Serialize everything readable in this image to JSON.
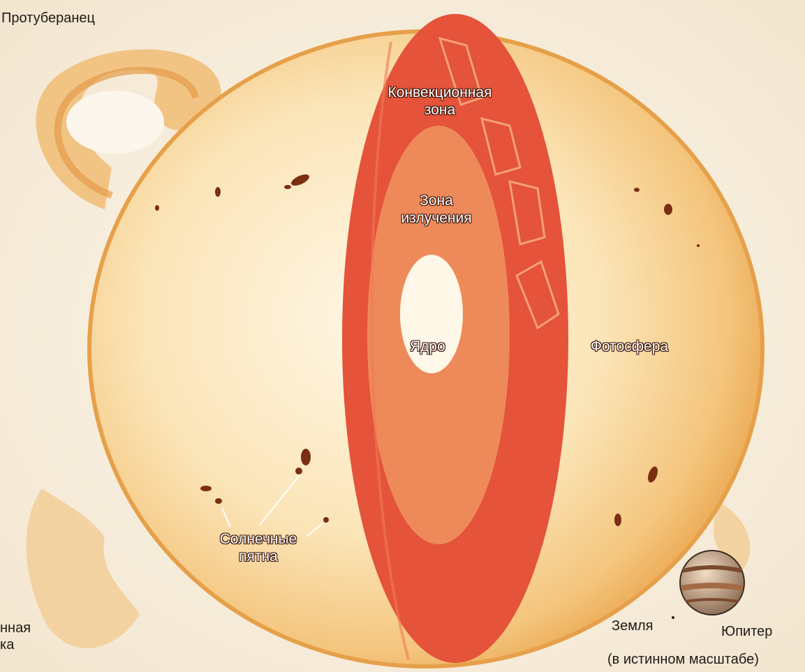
{
  "labels": {
    "prominence": "Протуберанец",
    "convective_zone_line1": "Конвекционная",
    "convective_zone_line2": "зона",
    "radiative_zone_line1": "Зона",
    "radiative_zone_line2": "излучения",
    "core": "Ядро",
    "photosphere": "Фотосфера",
    "sunspots_line1": "Солнечные",
    "sunspots_line2": "пятна",
    "cut_left_line1": "нная",
    "cut_left_line2": "ка",
    "earth": "Земля",
    "jupiter": "Юпитер",
    "true_scale": "(в истинном масштабе)"
  },
  "colors": {
    "background": "#fbf3e6",
    "sun_light": "#fdf1d8",
    "sun_mid": "#f7d9a0",
    "sun_edge": "#ecab52",
    "convective": "#e4533a",
    "radiative": "#ee8a5a",
    "core": "#fff8e8",
    "sunspot": "#7a2e12"
  }
}
